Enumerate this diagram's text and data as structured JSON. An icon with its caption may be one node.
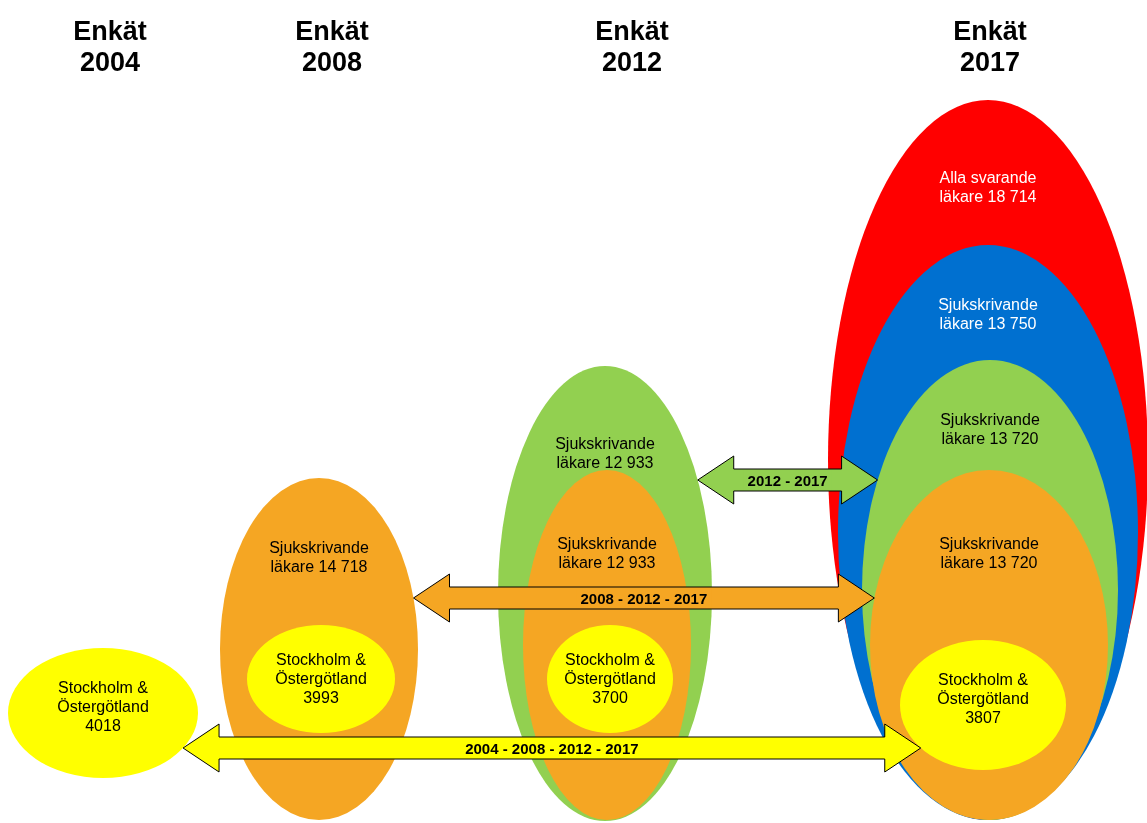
{
  "diagram": {
    "nodes": [
      {
        "text": [
          "Stockholm & Östergötland 4018"
        ]
      },
      {
        "text": [
          "Sjukskrivande läkare 14 718"
        ]
      },
      {
        "text": [
          "Stockholm & Östergötland 3993"
        ],
        "in": 1
      },
      {
        "text": [
          "Sjukskrivande läkare 12 933"
        ]
      },
      {
        "text": [
          "Sjukskrivande läkare 12 933"
        ],
        "in": 3
      },
      {
        "text": [
          "Stockholm & Östergötland 3700"
        ],
        "in": 4
      },
      {
        "text": [
          "Alla svarande läkare 18 714"
        ]
      },
      {
        "text": [
          "Sjukskrivande läkare 13 750"
        ],
        "in": 6
      },
      {
        "text": [
          "Sjukskrivande läkare 13 720"
        ],
        "in": 7
      },
      {
        "text": [
          "Sjukskrivande läkare 13 720"
        ],
        "in": 8
      },
      {
        "text": [
          "Stockholm & Östergötland 3807"
        ],
        "in": 9
      }
    ],
    "edges": [
      {
        "from": 0,
        "to": 10,
        "arrow": "both",
        "label": "2004 - 2008 - 2012 - 2017",
        "style": "thick",
        "color": "#ffff00"
      },
      {
        "from": 1,
        "to": 9,
        "arrow": "both",
        "label": "2008 - 2012 - 2017",
        "style": "thick",
        "color": "#f5a623"
      },
      {
        "from": 3,
        "to": 8,
        "arrow": "both",
        "label": "2012 - 2017",
        "style": "thick",
        "color": "#92d050"
      }
    ],
    "labels": [
      "Enkät 2004",
      "Enkät 2008",
      "Enkät 2012",
      "Enkät 2017"
    ]
  }
}
